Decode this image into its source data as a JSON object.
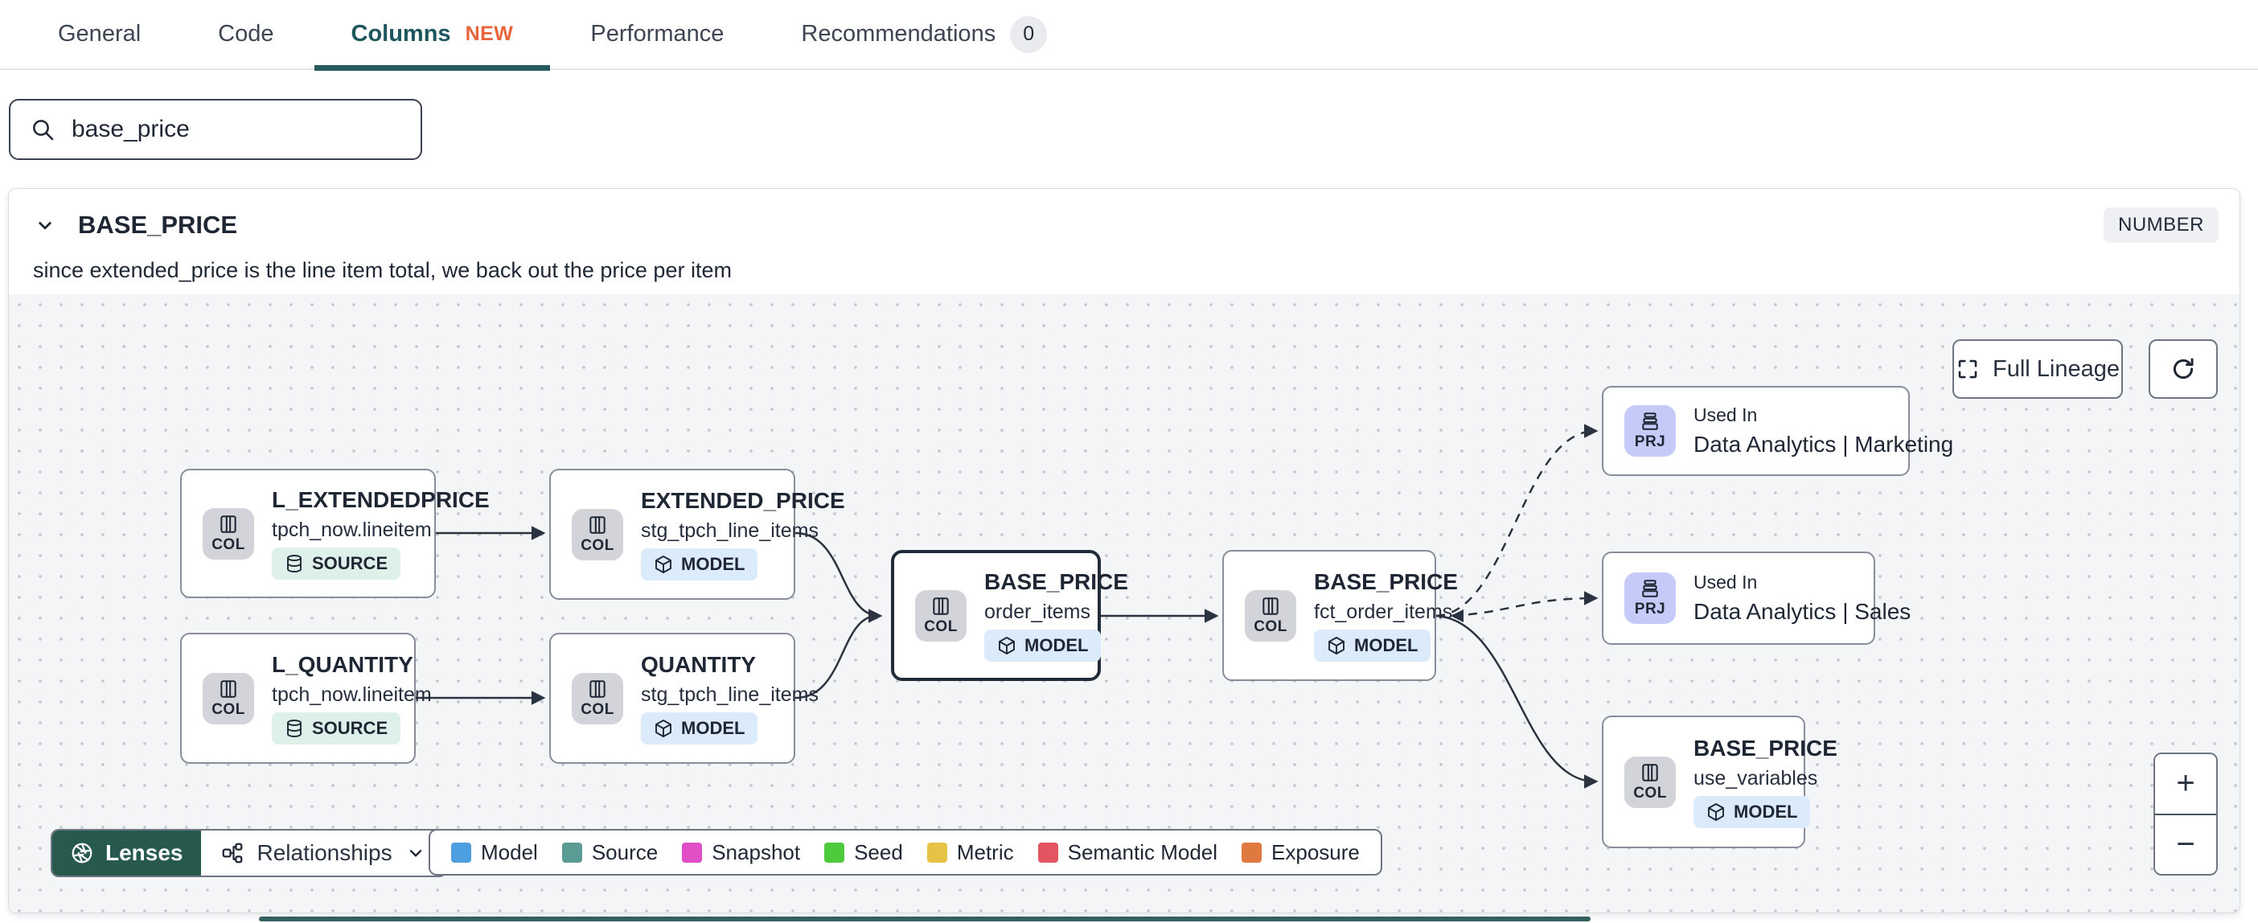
{
  "tabs": {
    "items": [
      {
        "label": "General"
      },
      {
        "label": "Code"
      },
      {
        "label": "Columns",
        "badge": "NEW",
        "active": true
      },
      {
        "label": "Performance"
      },
      {
        "label": "Recommendations",
        "count": "0"
      }
    ]
  },
  "search": {
    "value": "base_price"
  },
  "column_panel": {
    "title": "BASE_PRICE",
    "type_badge": "NUMBER",
    "description": "since extended_price is the line item total, we back out the price per item"
  },
  "canvas": {
    "nodes": [
      {
        "kind_label": "COL",
        "title": "L_EXTENDEDPRICE",
        "subtitle": "tpch_now.lineitem",
        "resource": "SOURCE"
      },
      {
        "kind_label": "COL",
        "title": "EXTENDED_PRICE",
        "subtitle": "stg_tpch_line_items",
        "resource": "MODEL"
      },
      {
        "kind_label": "COL",
        "title": "L_QUANTITY",
        "subtitle": "tpch_now.lineitem",
        "resource": "SOURCE"
      },
      {
        "kind_label": "COL",
        "title": "QUANTITY",
        "subtitle": "stg_tpch_line_items",
        "resource": "MODEL"
      },
      {
        "kind_label": "COL",
        "title": "BASE_PRICE",
        "subtitle": "order_items",
        "resource": "MODEL"
      },
      {
        "kind_label": "COL",
        "title": "BASE_PRICE",
        "subtitle": "fct_order_items",
        "resource": "MODEL"
      },
      {
        "kind_label": "PRJ",
        "title": "Used In",
        "subtitle": "Data Analytics | Marketing"
      },
      {
        "kind_label": "PRJ",
        "title": "Used In",
        "subtitle": "Data Analytics | Sales"
      },
      {
        "kind_label": "COL",
        "title": "BASE_PRICE",
        "subtitle": "use_variables",
        "resource": "MODEL"
      }
    ],
    "controls": {
      "full_lineage": "Full Lineage",
      "zoom_in": "+",
      "zoom_out": "−"
    },
    "lenses": {
      "label": "Lenses",
      "relationships": "Relationships"
    },
    "legend": {
      "items": [
        {
          "label": "Model",
          "color": "#4e9fdf"
        },
        {
          "label": "Source",
          "color": "#5a9b94"
        },
        {
          "label": "Snapshot",
          "color": "#e04fc5"
        },
        {
          "label": "Seed",
          "color": "#4ecb3d"
        },
        {
          "label": "Metric",
          "color": "#e5c344"
        },
        {
          "label": "Semantic Model",
          "color": "#e25561"
        },
        {
          "label": "Exposure",
          "color": "#e0793f"
        }
      ]
    }
  }
}
